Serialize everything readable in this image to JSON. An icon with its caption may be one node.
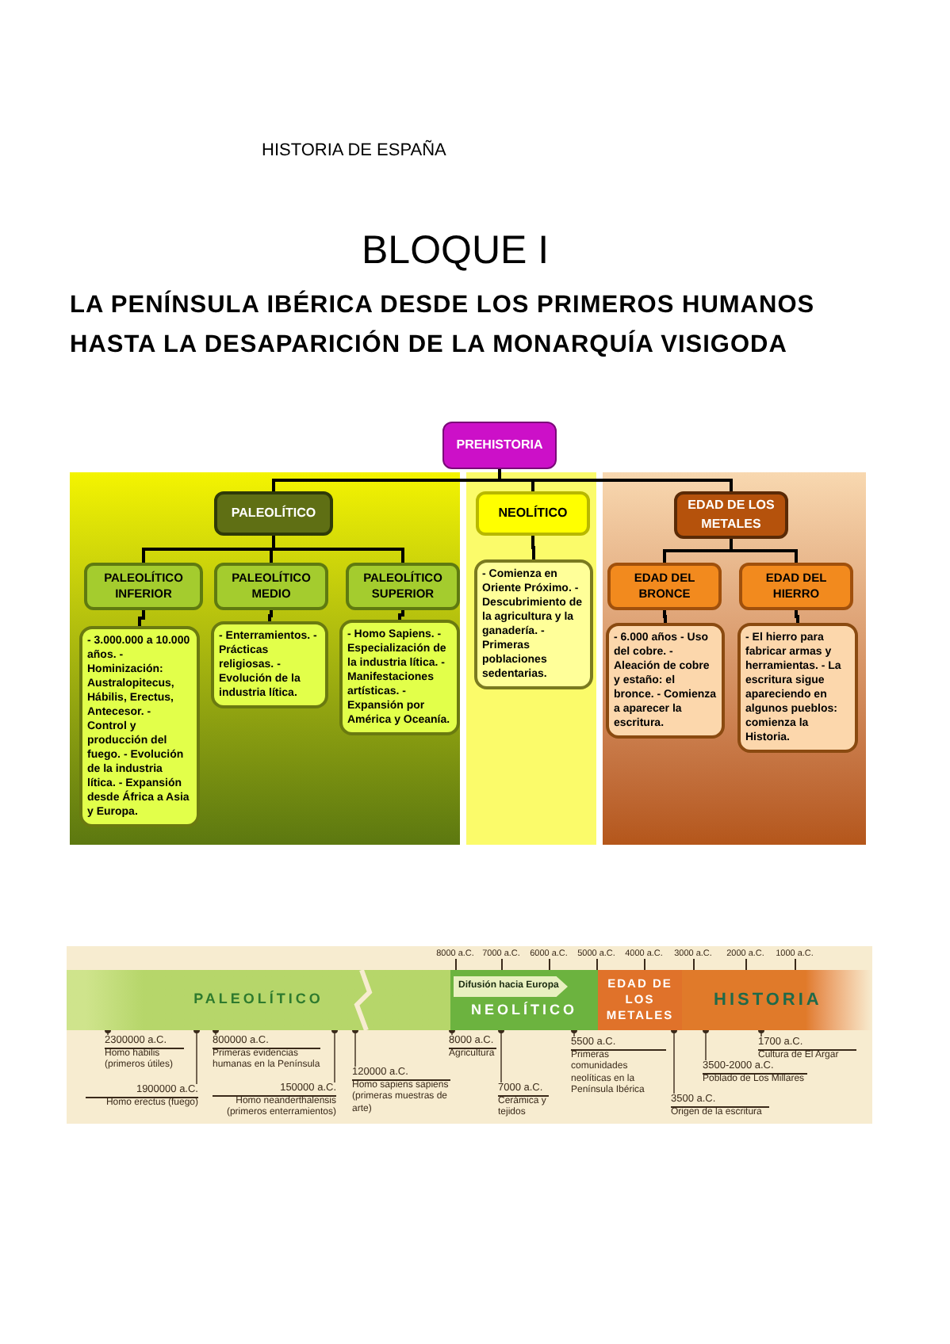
{
  "diagram": {
    "title": "BLOQUE I",
    "nodes": [
      {
        "text": [
          "PREHISTORIA"
        ]
      },
      {
        "text": [
          "PALEOLÍTICO"
        ]
      },
      {
        "text": [
          "NEOLÍTICO"
        ]
      },
      {
        "text": [
          "EDAD DE LOS METALES"
        ]
      },
      {
        "text": [
          "PALEOLÍTICO INFERIOR"
        ]
      },
      {
        "text": [
          "PALEOLÍTICO MEDIO"
        ]
      },
      {
        "text": [
          "PALEOLÍTICO SUPERIOR"
        ]
      },
      {
        "text": [
          "- 3.000.000 a 10.000 años. - Hominización: Australopitecus, Hábilis, Erectus, Antecesor. - Control y producción del fuego. - Evolución de la industria lítica. - Expansión desde África a Asia y Europa."
        ]
      },
      {
        "text": [
          "- Enterramientos. - Prácticas religiosas. - Evolución de la industria lítica."
        ]
      },
      {
        "text": [
          "- Homo Sapiens. - Especialización de la industria lítica. - Manifestaciones artísticas. - Expansión por América y Oceanía."
        ]
      },
      {
        "text": [
          "- Comienza en Oriente Próximo. - Descubrimiento de la agricultura y la ganadería. - Primeras poblaciones sedentarias."
        ]
      },
      {
        "text": [
          "EDAD DEL BRONCE"
        ]
      },
      {
        "text": [
          "EDAD DEL HIERRO"
        ]
      },
      {
        "text": [
          "- 6.000 años - Uso del cobre. - Aleación de cobre y estaño: el bronce. - Comienza a aparecer la escritura."
        ]
      },
      {
        "text": [
          "- El hierro para fabricar armas y herramientas. - La escritura sigue apareciendo en algunos pueblos: comienza la Historia."
        ]
      },
      {
        "text": [
          "PALEOLÍTICO"
        ]
      },
      {
        "text": [
          "NEOLÍTICO"
        ]
      },
      {
        "text": [
          "Difusión hacia Europa"
        ],
        "in": 16
      },
      {
        "text": [
          "EDAD DE LOS METALES"
        ]
      },
      {
        "text": [
          "HISTORIA"
        ]
      },
      {
        "text": [
          "2300000 a.C.",
          "Homo habilis (primeros útiles)"
        ]
      },
      {
        "text": [
          "1900000 a.C.",
          "Homo erectus (fuego)"
        ]
      },
      {
        "text": [
          "800000 a.C.",
          "Primeras evidencias humanas en la Península"
        ]
      },
      {
        "text": [
          "150000 a.C.",
          "Homo neanderthalensis (primeros enterramientos)"
        ]
      },
      {
        "text": [
          "120000 a.C.",
          "Homo sapiens sapiens (primeras muestras de arte)"
        ]
      },
      {
        "text": [
          "8000 a.C.",
          "Agricultura"
        ]
      },
      {
        "text": [
          "7000 a.C.",
          "Cerámica y tejidos"
        ]
      },
      {
        "text": [
          "5500 a.C.",
          "Primeras comunidades neolíticas en la Península Ibérica"
        ]
      },
      {
        "text": [
          "3500 a.C.",
          "Origen de la escritura"
        ]
      },
      {
        "text": [
          "3500-2000 a.C.",
          "Poblado de Los Millares"
        ]
      },
      {
        "text": [
          "1700 a.C.",
          "Cultura de El Argar"
        ]
      }
    ],
    "edges": [
      {
        "from": 0,
        "to": 1,
        "arrow": "none"
      },
      {
        "from": 0,
        "to": 2,
        "arrow": "none"
      },
      {
        "from": 0,
        "to": 3,
        "arrow": "none"
      },
      {
        "from": 1,
        "to": 4,
        "arrow": "none"
      },
      {
        "from": 1,
        "to": 5,
        "arrow": "none"
      },
      {
        "from": 1,
        "to": 6,
        "arrow": "none"
      },
      {
        "from": 4,
        "to": 7,
        "arrow": "none"
      },
      {
        "from": 5,
        "to": 8,
        "arrow": "none"
      },
      {
        "from": 6,
        "to": 9,
        "arrow": "none"
      },
      {
        "from": 2,
        "to": 10,
        "arrow": "none"
      },
      {
        "from": 3,
        "to": 11,
        "arrow": "none"
      },
      {
        "from": 3,
        "to": 12,
        "arrow": "none"
      },
      {
        "from": 11,
        "to": 13,
        "arrow": "none"
      },
      {
        "from": 12,
        "to": 14,
        "arrow": "none"
      },
      {
        "from": 20,
        "to": 15,
        "arrow": "other"
      },
      {
        "from": 21,
        "to": 15,
        "arrow": "other"
      },
      {
        "from": 22,
        "to": 15,
        "arrow": "other"
      },
      {
        "from": 23,
        "to": 15,
        "arrow": "other"
      },
      {
        "from": 24,
        "to": 15,
        "arrow": "other"
      },
      {
        "from": 25,
        "to": 16,
        "arrow": "other"
      },
      {
        "from": 26,
        "to": 16,
        "arrow": "other"
      },
      {
        "from": 27,
        "to": 16,
        "arrow": "other"
      },
      {
        "from": 28,
        "to": 18,
        "arrow": "other"
      },
      {
        "from": 29,
        "to": 19,
        "arrow": "other"
      },
      {
        "from": 30,
        "to": 19,
        "arrow": "other"
      }
    ],
    "labels": [
      "HISTORIA DE ESPAÑA",
      "LA PENÍNSULA IBÉRICA DESDE LOS PRIMEROS HUMANOS HASTA LA DESAPARICIÓN DE LA MONARQUÍA VISIGODA",
      "8000 a.C.",
      "7000 a.C.",
      "6000 a.C.",
      "5000 a.C.",
      "4000 a.C.",
      "3000 a.C.",
      "2000 a.C.",
      "1000 a.C."
    ]
  }
}
